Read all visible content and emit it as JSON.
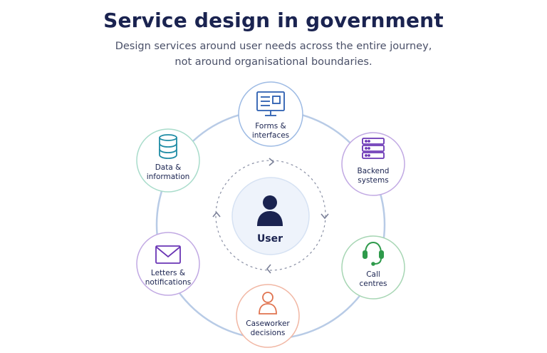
{
  "header": {
    "title": "Service design in government",
    "subtitle_line1": "Design services around user needs across the entire journey,",
    "subtitle_line2": "not around organisational boundaries."
  },
  "center": {
    "label": "User",
    "icon": "user-icon"
  },
  "nodes": {
    "forms": {
      "line1": "Forms &",
      "line2": "interfaces",
      "icon": "monitor-icon",
      "color": "#2a5db0"
    },
    "backend": {
      "line1": "Backend",
      "line2": "systems",
      "icon": "server-icon",
      "color": "#6a35b5"
    },
    "call": {
      "line1": "Call",
      "line2": "centres",
      "icon": "headset-icon",
      "color": "#2e9a4b"
    },
    "caseworker": {
      "line1": "Caseworker",
      "line2": "decisions",
      "icon": "person-icon",
      "color": "#e0734f"
    },
    "letters": {
      "line1": "Letters &",
      "line2": "notifications",
      "icon": "envelope-icon",
      "color": "#6a35b5"
    },
    "data": {
      "line1": "Data &",
      "line2": "information",
      "icon": "database-icon",
      "color": "#1f8ca5"
    }
  }
}
